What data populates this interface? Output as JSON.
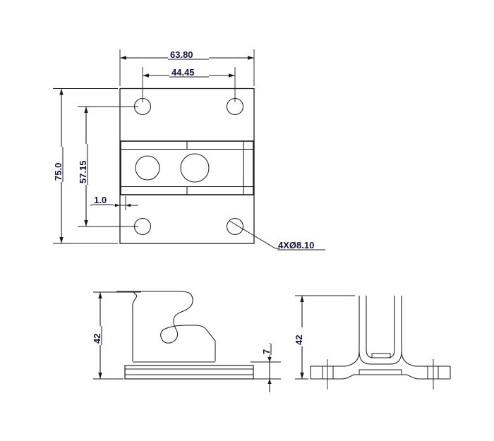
{
  "drawing": {
    "title": "Hinge / Bracket Technical Drawing",
    "background_color": "#ffffff",
    "line_color": "#1a1a1a",
    "dim_text_color": "#14143c",
    "views": [
      {
        "name": "top-view",
        "label": ""
      },
      {
        "name": "side-view",
        "label": ""
      },
      {
        "name": "front-view",
        "label": ""
      }
    ],
    "dimensions": {
      "overall_width": "63.80",
      "hole_spacing_horizontal": "44.45",
      "overall_height": "75.0",
      "hole_spacing_vertical": "57.15",
      "edge_offset": "1.0",
      "hole_callout": "4XØ8.10",
      "side_height": "42",
      "base_thickness": "7",
      "front_height": "42"
    }
  }
}
